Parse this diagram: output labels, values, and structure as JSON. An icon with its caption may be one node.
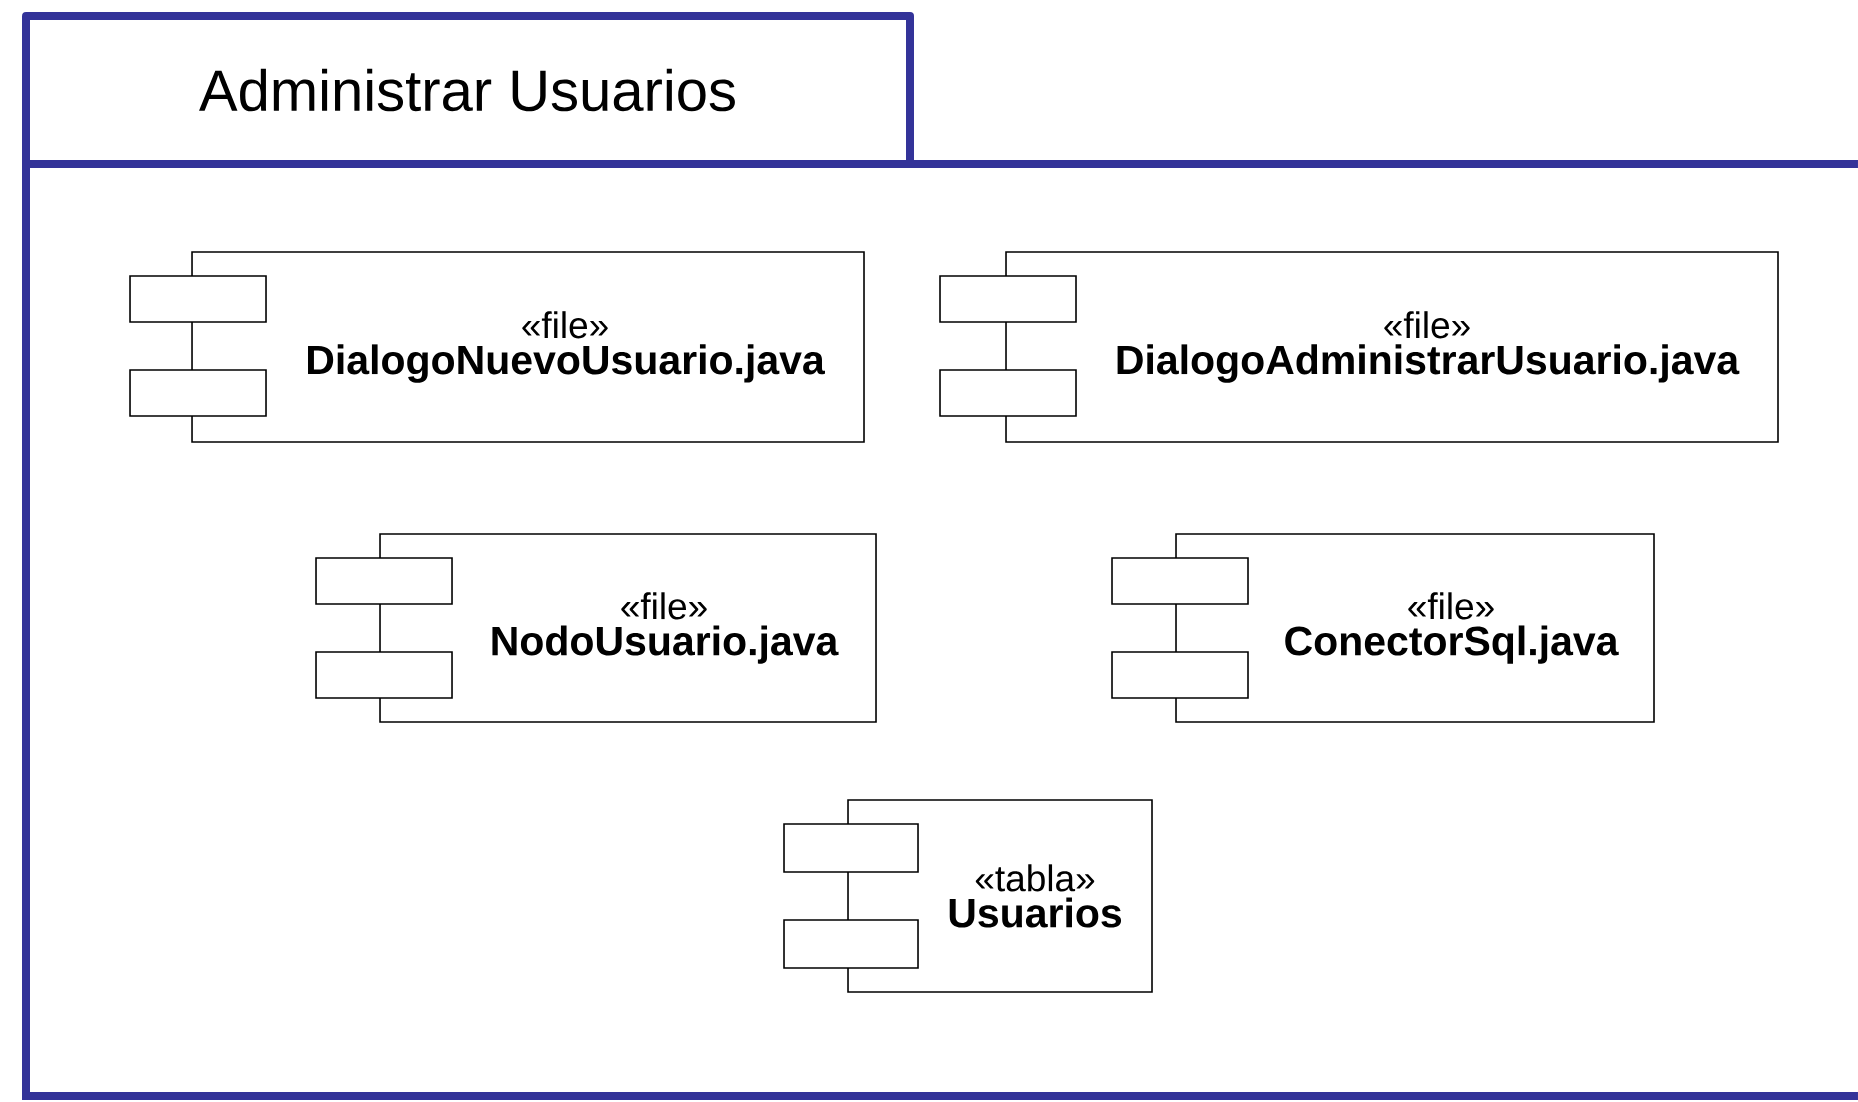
{
  "diagram": {
    "nodes": [
      {
        "text": [
          "Administrar Usuarios"
        ]
      },
      {
        "text": [
          "«file»",
          "DialogoNuevoUsuario.java"
        ],
        "in": 0
      },
      {
        "text": [
          "«file»",
          "DialogoAdministrarUsuario.java"
        ],
        "in": 0
      },
      {
        "text": [
          "«file»",
          "NodoUsuario.java"
        ],
        "in": 0
      },
      {
        "text": [
          "«file»",
          "ConectorSql.java"
        ],
        "in": 0
      },
      {
        "text": [
          "«tabla»",
          "Usuarios"
        ],
        "in": 0
      }
    ]
  }
}
